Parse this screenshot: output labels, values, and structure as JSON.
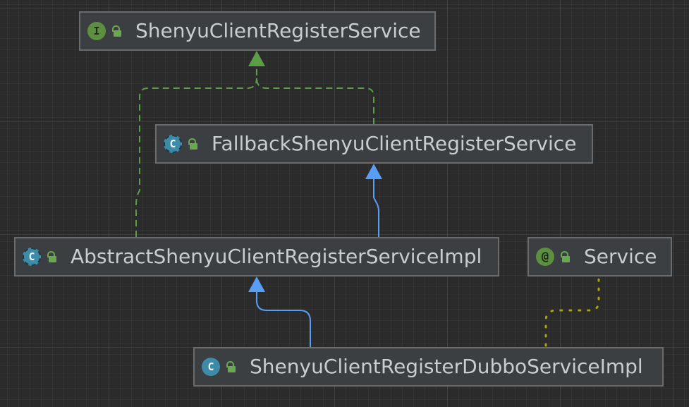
{
  "diagram": {
    "nodes": {
      "register_service": {
        "label": "ShenyuClientRegisterService",
        "kind": "interface",
        "badge": "I"
      },
      "fallback_service": {
        "label": "FallbackShenyuClientRegisterService",
        "kind": "abstract",
        "badge": "C"
      },
      "abstract_impl": {
        "label": "AbstractShenyuClientRegisterServiceImpl",
        "kind": "abstract",
        "badge": "C"
      },
      "service_annotation": {
        "label": "Service",
        "kind": "annotation",
        "badge": "@"
      },
      "dubbo_impl": {
        "label": "ShenyuClientRegisterDubboServiceImpl",
        "kind": "class",
        "badge": "C"
      }
    },
    "edges": [
      {
        "from": "fallback_service",
        "to": "register_service",
        "relation": "implements"
      },
      {
        "from": "abstract_impl",
        "to": "register_service",
        "relation": "implements"
      },
      {
        "from": "abstract_impl",
        "to": "fallback_service",
        "relation": "extends"
      },
      {
        "from": "dubbo_impl",
        "to": "abstract_impl",
        "relation": "extends"
      },
      {
        "from": "dubbo_impl",
        "to": "service_annotation",
        "relation": "annotated-with"
      }
    ],
    "colors": {
      "background": "#2b2b2b",
      "implements_edge": "#5c9e45",
      "extends_edge": "#589df6",
      "annotation_edge": "#a8a800",
      "node_fill": "#3c3f41",
      "node_border": "#6b6b6b",
      "node_text": "#c9cdd2"
    }
  }
}
